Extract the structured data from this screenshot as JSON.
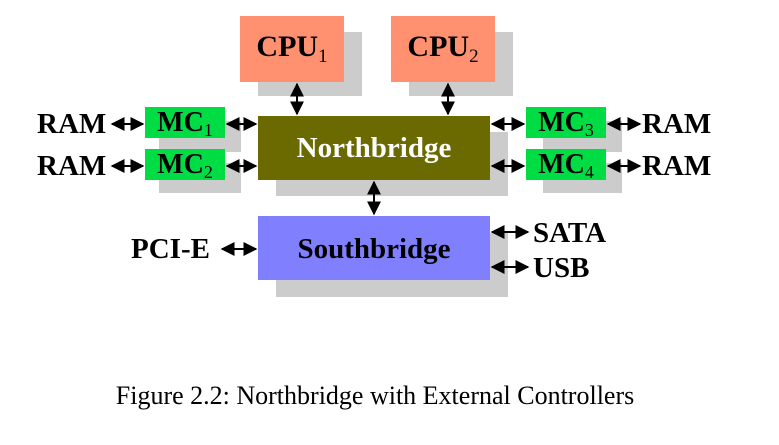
{
  "diagram": {
    "cpu1": {
      "label": "CPU",
      "sub": "1",
      "fill": "#ff9070"
    },
    "cpu2": {
      "label": "CPU",
      "sub": "2",
      "fill": "#ff9070"
    },
    "mc1": {
      "label": "MC",
      "sub": "1",
      "fill": "#00dd44"
    },
    "mc2": {
      "label": "MC",
      "sub": "2",
      "fill": "#00dd44"
    },
    "mc3": {
      "label": "MC",
      "sub": "3",
      "fill": "#00dd44"
    },
    "mc4": {
      "label": "MC",
      "sub": "4",
      "fill": "#00dd44"
    },
    "northbridge": {
      "label": "Northbridge",
      "fill": "#6b6a00"
    },
    "southbridge": {
      "label": "Southbridge",
      "fill": "#8080ff"
    },
    "ram_left_top": "RAM",
    "ram_left_bottom": "RAM",
    "ram_right_top": "RAM",
    "ram_right_bottom": "RAM",
    "pcie": "PCI-E",
    "sata": "SATA",
    "usb": "USB",
    "shadow_color": "#cccccc"
  },
  "caption": "Figure 2.2: Northbridge with External Controllers"
}
